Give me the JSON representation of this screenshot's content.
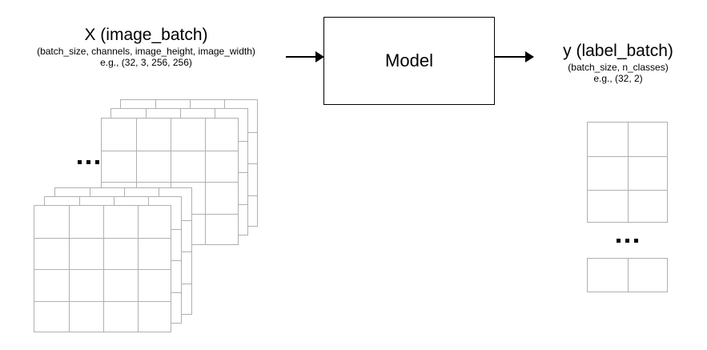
{
  "diagram": {
    "type": "flow",
    "input": {
      "title": "X (image_batch)",
      "shape": "(batch_size, channels, image_height, image_width)",
      "example": "e.g., (32, 3, 256, 256)"
    },
    "model": {
      "label": "Model"
    },
    "output": {
      "title": "y (label_batch)",
      "shape": "(batch_size, n_classes)",
      "example": "e.g., (32, 2)"
    },
    "arrows": [
      {
        "name": "input-to-model",
        "direction": "right"
      },
      {
        "name": "model-to-output",
        "direction": "right"
      }
    ],
    "input_visual": {
      "description": "stacked image tensors",
      "groups": 2,
      "layers_per_group": 3,
      "grid_rows": 4,
      "grid_cols": 4,
      "ellipsis": "..."
    },
    "output_visual": {
      "description": "label matrices",
      "top_grid_rows": 3,
      "top_grid_cols": 2,
      "bottom_grid_rows": 1,
      "bottom_grid_cols": 2,
      "ellipsis": "..."
    },
    "colors": {
      "background": "#ffffff",
      "box_stroke": "#000000",
      "grid_stroke": "#b0b0b0",
      "text": "#000000"
    }
  }
}
